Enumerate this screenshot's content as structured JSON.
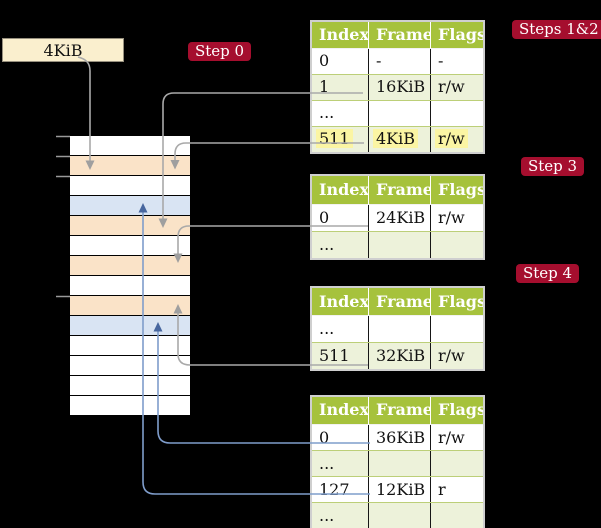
{
  "colors": {
    "background": "#000000",
    "badge_bg": "#a50e2e",
    "badge_text": "#ffffff",
    "table_header_bg": "#a6c23c",
    "table_header_text": "#ffffff",
    "table_shaded_row": "#edf2da",
    "highlight_yellow": "#fbf5a3",
    "memory_frame_peach": "#fae3c8",
    "memory_page_blue": "#d9e4f3",
    "memory_free_white": "#ffffff",
    "pointer_gray": "#a9a9a9",
    "pointer_blue": "#7f9dcb",
    "cr3_box_bg": "#faefce"
  },
  "cr3_box": {
    "label": "4KiB"
  },
  "badges": {
    "step0": "Step 0",
    "steps12": "Steps 1&2",
    "step3": "Step 3",
    "step4": "Step 4"
  },
  "memory": {
    "rows": [
      {
        "kind": "free"
      },
      {
        "kind": "table"
      },
      {
        "kind": "free"
      },
      {
        "kind": "page"
      },
      {
        "kind": "table"
      },
      {
        "kind": "free"
      },
      {
        "kind": "table"
      },
      {
        "kind": "free"
      },
      {
        "kind": "table"
      },
      {
        "kind": "page"
      },
      {
        "kind": "free"
      },
      {
        "kind": "free"
      },
      {
        "kind": "free"
      },
      {
        "kind": "free"
      }
    ]
  },
  "tables": [
    {
      "name": "page-table-steps-1-2",
      "headers": [
        "Index",
        "Frame",
        "Flags"
      ],
      "rows": [
        {
          "cells": [
            "0",
            "-",
            "-"
          ],
          "shaded": false,
          "highlighted": false
        },
        {
          "cells": [
            "1",
            "16KiB",
            "r/w"
          ],
          "shaded": true,
          "highlighted": false
        },
        {
          "cells": [
            "...",
            "",
            ""
          ],
          "shaded": false,
          "highlighted": false
        },
        {
          "cells": [
            "511",
            "4KiB",
            "r/w"
          ],
          "shaded": true,
          "highlighted": true
        }
      ]
    },
    {
      "name": "page-table-step-3",
      "headers": [
        "Index",
        "Frame",
        "Flags"
      ],
      "rows": [
        {
          "cells": [
            "0",
            "24KiB",
            "r/w"
          ],
          "shaded": false,
          "highlighted": false
        },
        {
          "cells": [
            "...",
            "",
            ""
          ],
          "shaded": true,
          "highlighted": false
        }
      ]
    },
    {
      "name": "page-table-step-4",
      "headers": [
        "Index",
        "Frame",
        "Flags"
      ],
      "rows": [
        {
          "cells": [
            "...",
            "",
            ""
          ],
          "shaded": false,
          "highlighted": false
        },
        {
          "cells": [
            "511",
            "32KiB",
            "r/w"
          ],
          "shaded": true,
          "highlighted": false
        }
      ]
    },
    {
      "name": "page-table-bottom",
      "headers": [
        "Index",
        "Frame",
        "Flags"
      ],
      "rows": [
        {
          "cells": [
            "0",
            "36KiB",
            "r/w"
          ],
          "shaded": false,
          "highlighted": false
        },
        {
          "cells": [
            "...",
            "",
            ""
          ],
          "shaded": true,
          "highlighted": false
        },
        {
          "cells": [
            "127",
            "12KiB",
            "r"
          ],
          "shaded": false,
          "highlighted": false
        },
        {
          "cells": [
            "...",
            "",
            ""
          ],
          "shaded": true,
          "highlighted": false
        }
      ]
    }
  ]
}
